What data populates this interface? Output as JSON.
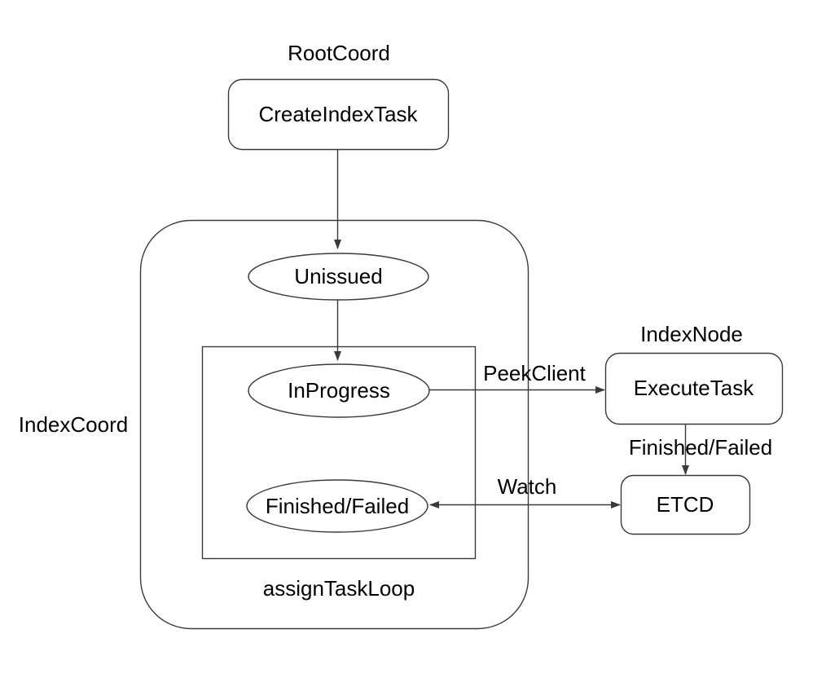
{
  "diagram": {
    "groups": {
      "root_coord": "RootCoord",
      "index_coord": "IndexCoord",
      "index_node": "IndexNode",
      "assign_task_loop": "assignTaskLoop"
    },
    "nodes": {
      "create_index_task": "CreateIndexTask",
      "unissued": "Unissued",
      "in_progress": "InProgress",
      "finished_failed": "Finished/Failed",
      "execute_task": "ExecuteTask",
      "etcd": "ETCD"
    },
    "edge_labels": {
      "peek_client": "PeekClient",
      "watch": "Watch",
      "finished_failed": "Finished/Failed"
    },
    "colors": {
      "stroke": "#3a3a3a",
      "text": "#000000",
      "background": "#ffffff"
    }
  }
}
